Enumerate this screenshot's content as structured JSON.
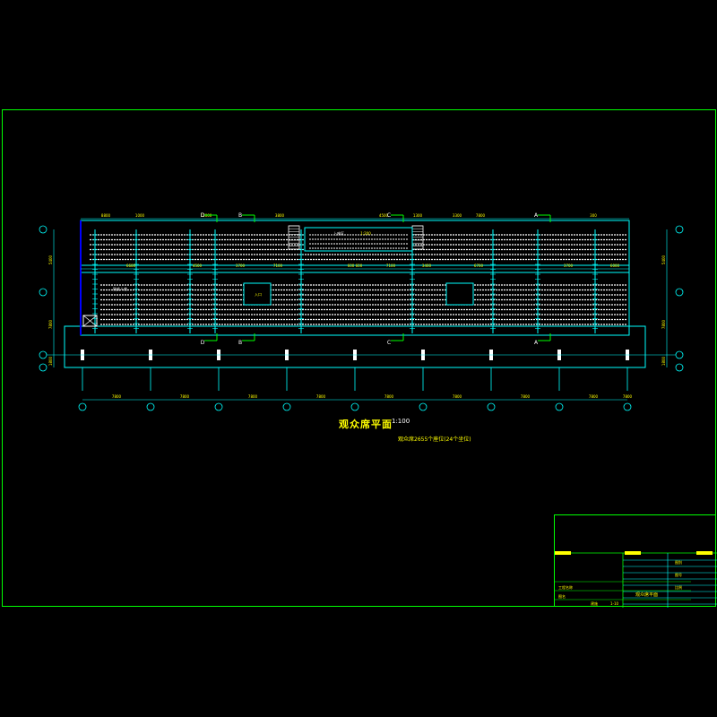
{
  "drawing": {
    "title": "观众席平面",
    "scale": "1:100",
    "note": "观众席2655个座位(24个坐位)",
    "colors": {
      "background": "#000000",
      "frame": "#00ff00",
      "outline": "#00ffff",
      "seats": "#ffffff",
      "text": "#ffff00",
      "section": "#00ff00",
      "axis": "#00ffff",
      "wall": "#0000ff"
    }
  },
  "section_marks": {
    "top": [
      "D",
      "B",
      "C",
      "A"
    ],
    "bottom": [
      "D",
      "B",
      "C",
      "A"
    ]
  },
  "top_dimensions": [
    "8800",
    "1000",
    "12000",
    "3800",
    "4500",
    "1300",
    "3300",
    "7800",
    "300"
  ],
  "mid_dimensions": [
    "6600",
    "4500",
    "3700",
    "7100",
    "600 600",
    "7100",
    "3400",
    "6700",
    "3700",
    "6000"
  ],
  "bottom_dimensions": [
    "7800",
    "7800",
    "7800",
    "7800",
    "7800",
    "7800",
    "7800",
    "7800",
    "7800"
  ],
  "left_dimensions": [
    "5400",
    "7800",
    "1800"
  ],
  "right_dimensions": [
    "5400",
    "7800",
    "1800"
  ],
  "area_labels": {
    "upper_center": "上座区",
    "upper_center_box": "1:200",
    "left_box": "残疾人席",
    "center_box": "入口"
  },
  "title_block": {
    "rows_left": [
      "工程名称",
      "",
      "",
      "",
      "",
      "项目",
      "图名",
      "审核"
    ],
    "drawing_name": "观众席平面",
    "col_headers": [
      "图别",
      "图号",
      "比例"
    ],
    "sheet": "建施",
    "number": "1-10"
  }
}
